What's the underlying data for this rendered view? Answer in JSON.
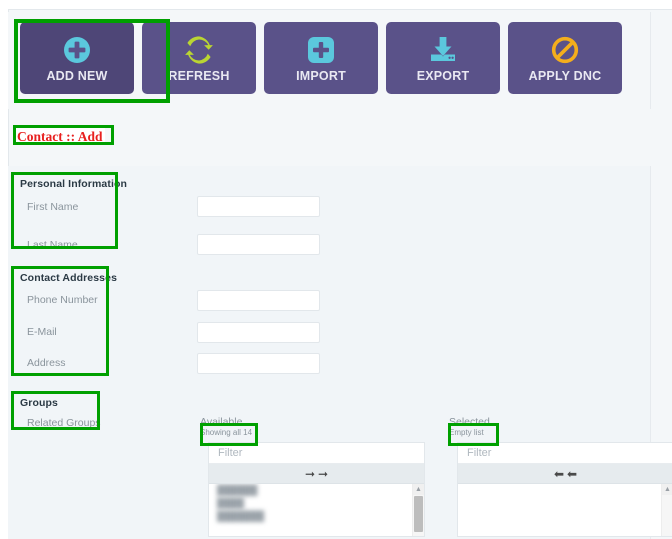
{
  "colors": {
    "toolbar_button": "#5a5289",
    "toolbar_button_active": "#4e4677",
    "icon_cyan": "#5bc8dd",
    "icon_lime": "#bad532",
    "icon_amber": "#f4ae1c",
    "highlight_green": "#00a000",
    "breadcrumb_red": "#e8201f",
    "panel_background": "#f1f5f8"
  },
  "toolbar": {
    "buttons": [
      {
        "label": "ADD NEW",
        "icon": "circle-plus-icon",
        "active": true
      },
      {
        "label": "REFRESH",
        "icon": "refresh-arrows-icon",
        "active": false
      },
      {
        "label": "IMPORT",
        "icon": "square-plus-icon",
        "active": false
      },
      {
        "label": "EXPORT",
        "icon": "download-tray-icon",
        "active": false
      },
      {
        "label": "APPLY DNC",
        "icon": "no-entry-icon",
        "active": false
      }
    ]
  },
  "breadcrumb": {
    "text": "Contact :: Add"
  },
  "form": {
    "sections": [
      {
        "title": "Personal Information",
        "fields": [
          {
            "label": "First Name",
            "value": "",
            "placeholder": ""
          },
          {
            "label": "Last Name",
            "value": "",
            "placeholder": ""
          }
        ]
      },
      {
        "title": "Contact Addresses",
        "fields": [
          {
            "label": "Phone Number",
            "value": "",
            "placeholder": ""
          },
          {
            "label": "E-Mail",
            "value": "",
            "placeholder": ""
          },
          {
            "label": "Address",
            "value": "",
            "placeholder": ""
          }
        ]
      },
      {
        "title": "Groups",
        "fields": [
          {
            "label": "Related Groups",
            "value": "",
            "placeholder": ""
          }
        ]
      }
    ]
  },
  "picklist": {
    "available": {
      "title": "Available",
      "subtitle": "Showing all 14",
      "filter_placeholder": "Filter",
      "filter_value": "",
      "move_arrows": "→→",
      "items": [
        "██████",
        "████",
        "███████"
      ]
    },
    "selected": {
      "title": "Selected",
      "subtitle": "Empty list",
      "filter_placeholder": "Filter",
      "filter_value": "",
      "move_arrows": "←←",
      "items": []
    }
  }
}
